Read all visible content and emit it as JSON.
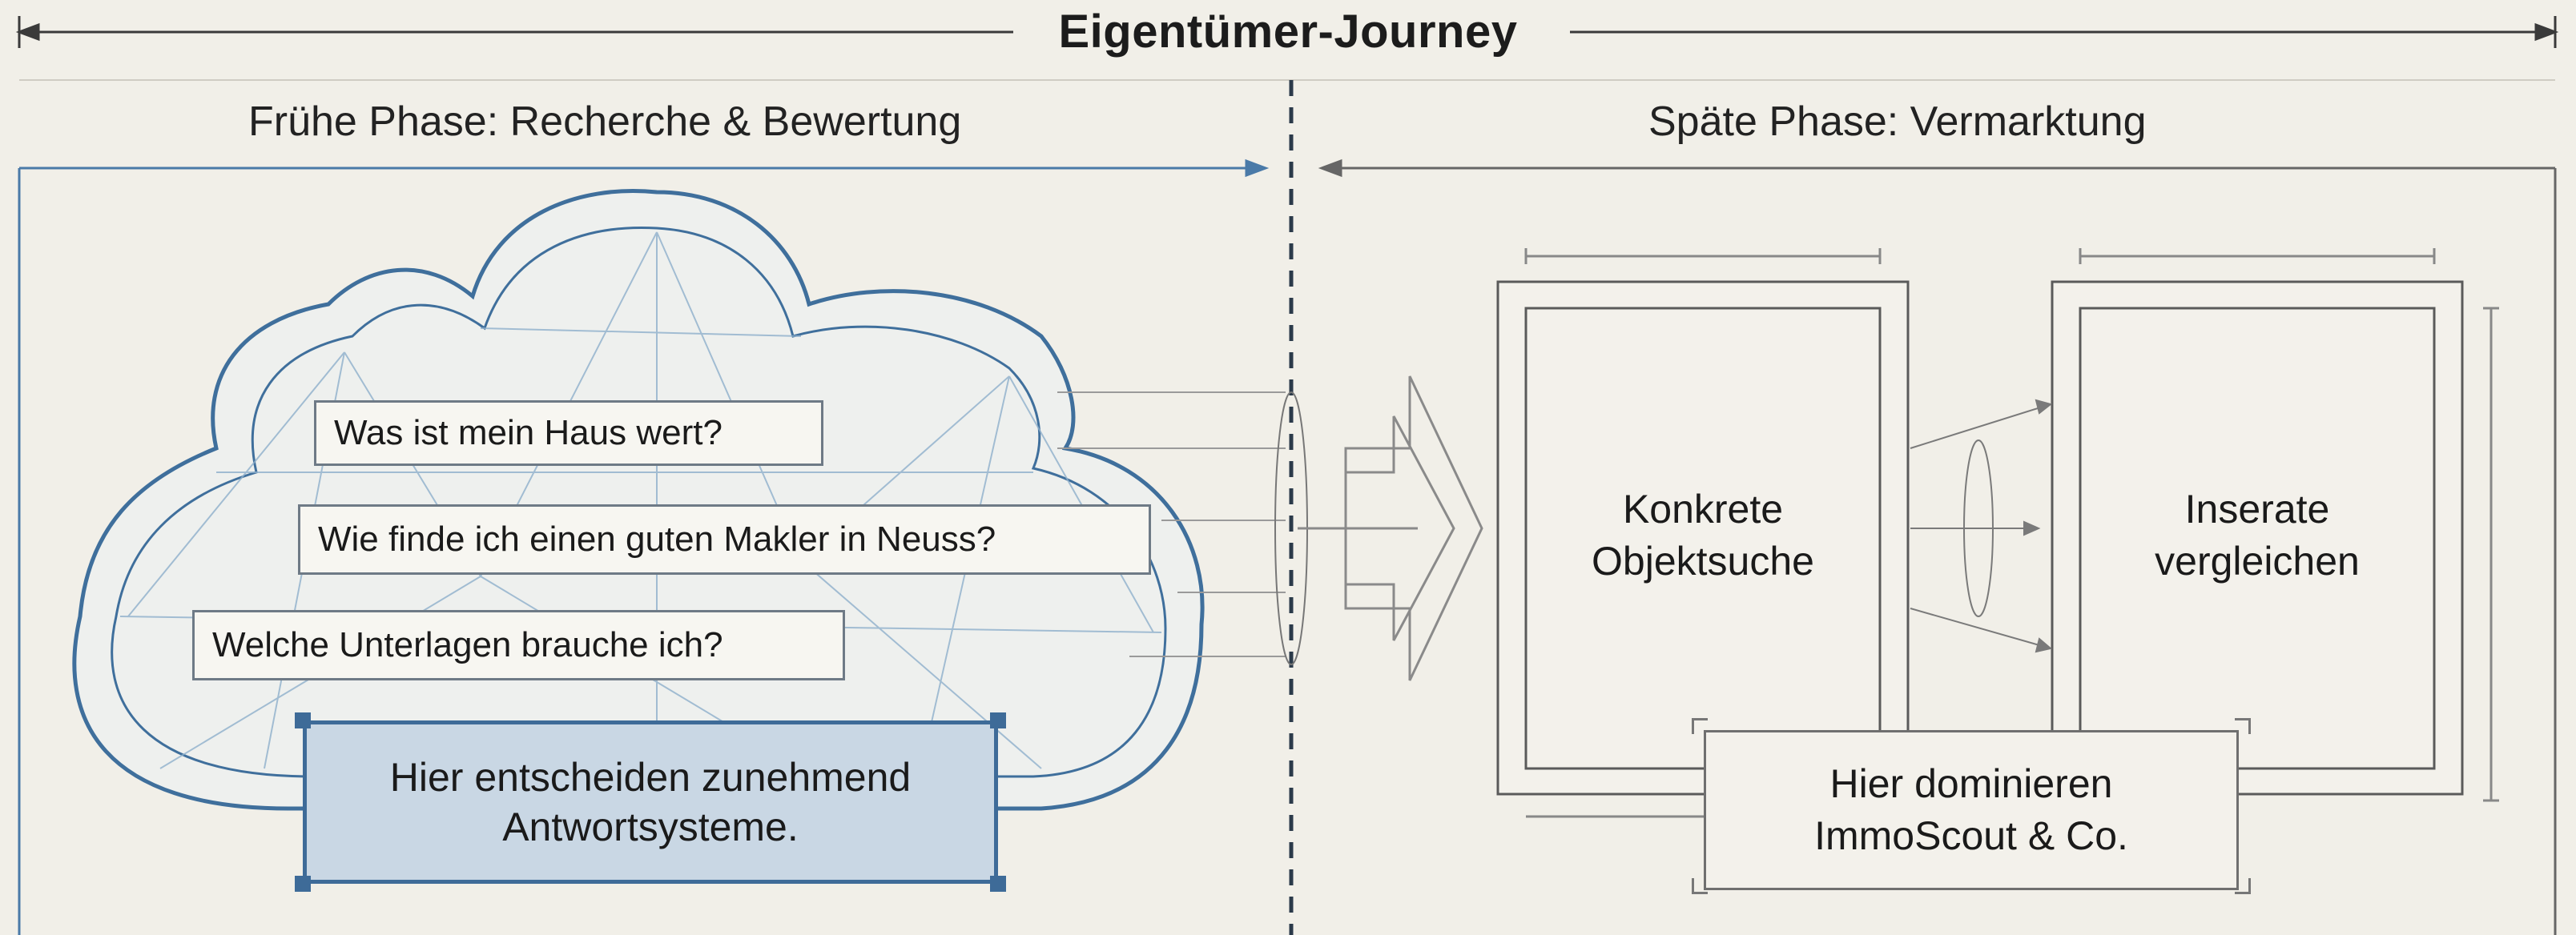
{
  "header": {
    "title": "Eigentümer-Journey"
  },
  "phases": {
    "early": {
      "label": "Frühe Phase: Recherche & Bewertung",
      "questions": [
        "Was ist mein Haus wert?",
        "Wie finde ich einen guten Makler in Neuss?",
        "Welche Unterlagen brauche ich?"
      ],
      "highlight": "Hier entscheiden zunehmend\nAntwortsysteme."
    },
    "late": {
      "label": "Späte Phase: Vermarktung",
      "stages": [
        "Konkrete\nObjektsuche",
        "Inserate\nvergleichen"
      ],
      "dominance": "Hier dominieren\nImmoScout & Co."
    }
  },
  "colors": {
    "background": "#f1efe8",
    "cloud_line": "#3f6f9c",
    "highlight_fill": "#c9d7e4",
    "divider": "#2b3a4a"
  }
}
